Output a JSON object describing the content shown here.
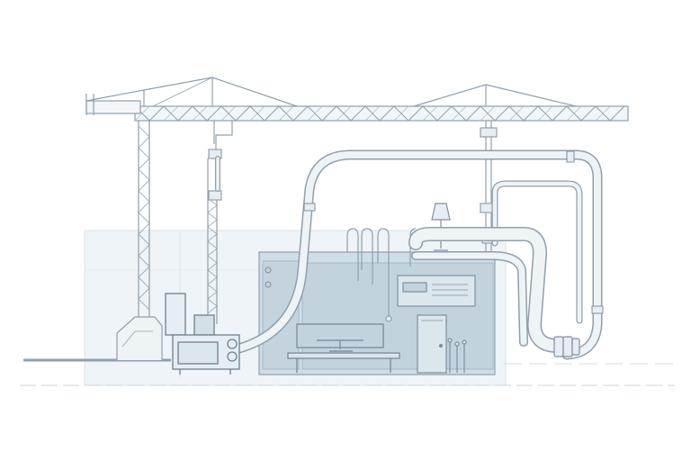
{
  "scene": {
    "description_visible_text": "",
    "colors": {
      "background": "#ffffff",
      "line": "#8f9fae",
      "line_dark": "#6f7f8e",
      "panel_fill": "#e6eef3",
      "panel_light": "#edf3f7",
      "wall_fill": "#cfdde6",
      "screen_fill": "#c3d3de",
      "pipe_fill": "#e9eff3"
    },
    "elements": {
      "tower_crane": "crane",
      "pipe_system": "pipe",
      "building_section": "building",
      "generator_unit": "generator",
      "television": "tv",
      "table": "table",
      "control_panel": "panel",
      "door": "door",
      "lamp": "lamp",
      "radiator_coils": "coils",
      "ground_line": "ground"
    }
  }
}
